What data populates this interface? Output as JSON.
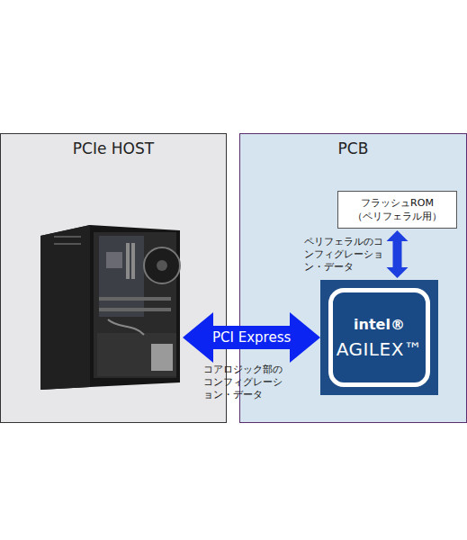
{
  "diagram": {
    "nodes": [
      {
        "text": [
          "PCIe HOST"
        ]
      },
      {
        "text": [
          "PCB"
        ]
      },
      {
        "text": [
          "フラッシュROM （ペリフェラル用）"
        ],
        "in": 1
      },
      {
        "text": [
          "intel®",
          "AGILEX™"
        ],
        "in": 1
      }
    ],
    "edges": [
      {
        "from": 0,
        "to": 3,
        "arrow": "both",
        "label": "PCI Express"
      },
      {
        "from": 2,
        "to": 3,
        "arrow": "both",
        "label": "ペリフェラルのコンフィグレーション・データ"
      }
    ],
    "labels": [
      "コアロジック部のコンフィグレーション・データ"
    ]
  }
}
